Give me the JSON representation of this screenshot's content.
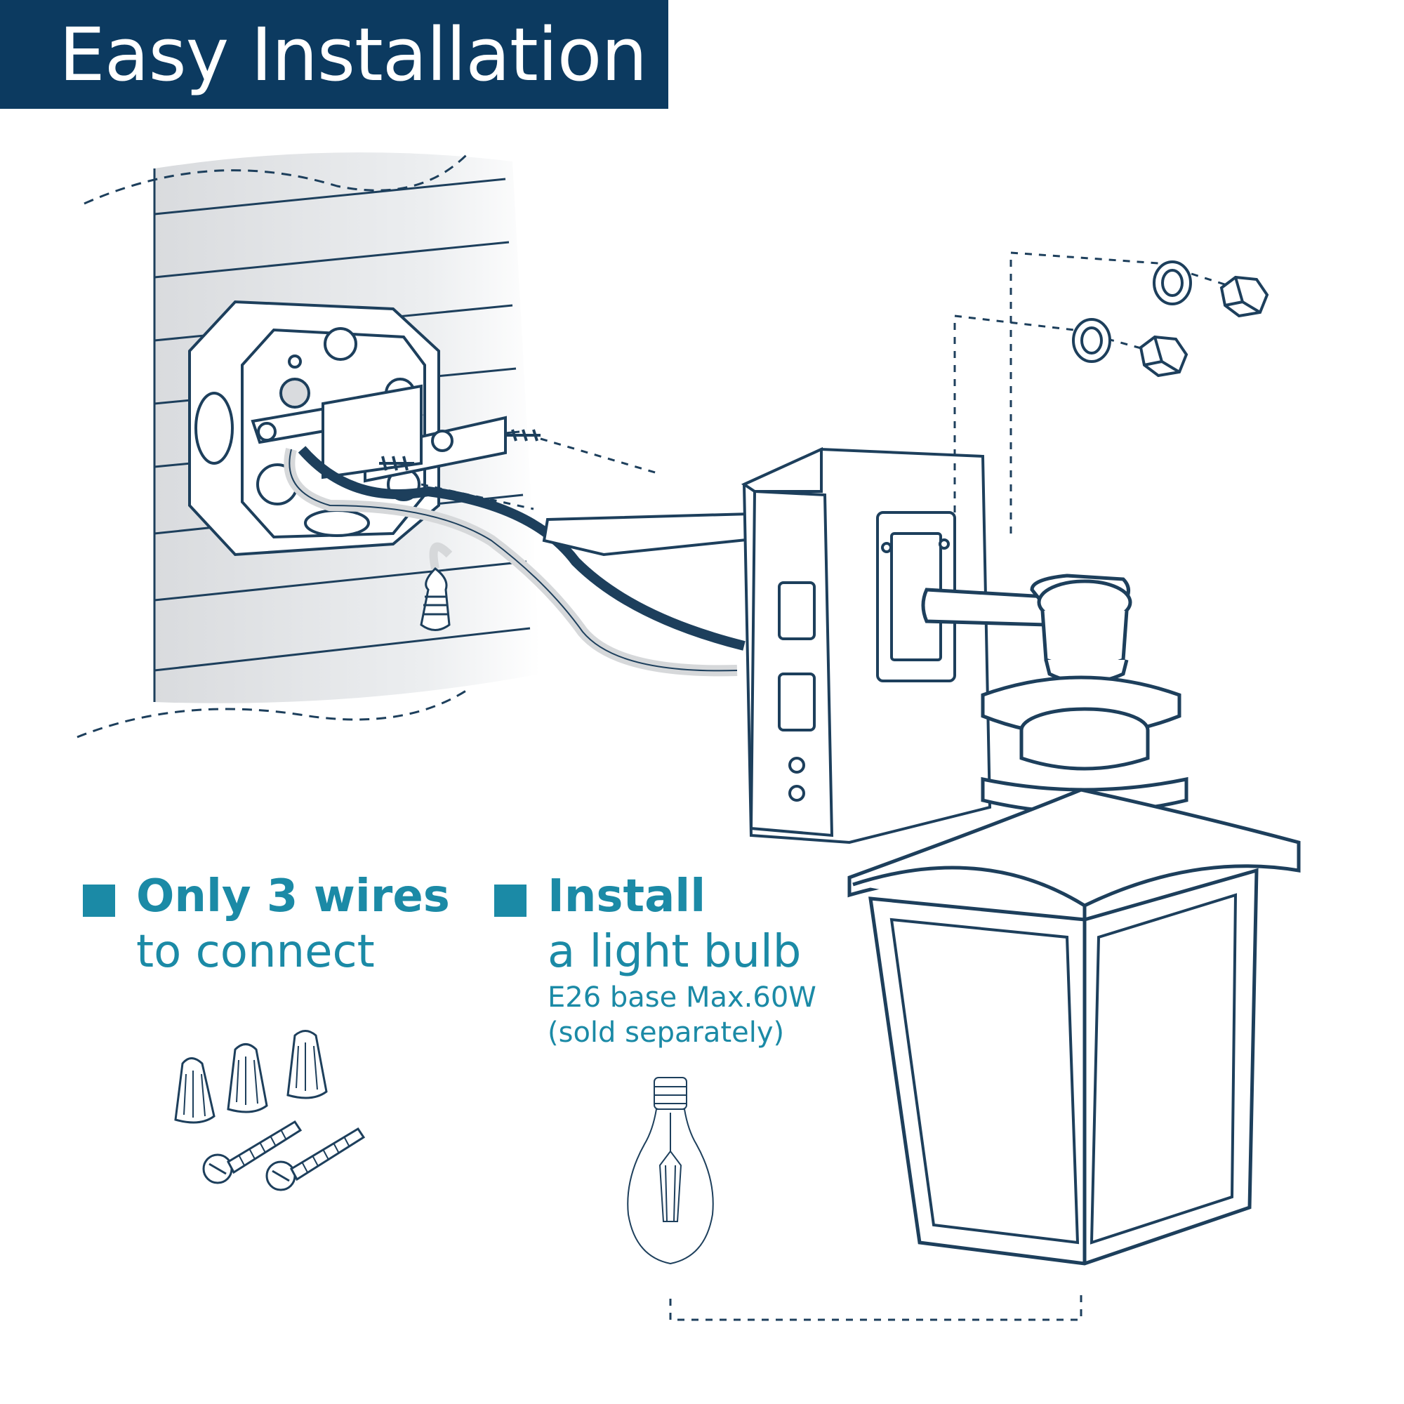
{
  "title": "Easy Installation",
  "features": [
    {
      "heading": "Only 3 wires",
      "subheading": "to connect"
    },
    {
      "heading": "Install",
      "subheading": "a light bulb",
      "notes": [
        "E26 base Max.60W",
        "(sold separately)"
      ]
    }
  ],
  "colors": {
    "banner": "#0c3a60",
    "accent": "#1b8aa6",
    "line": "#1d3f5c",
    "wall": "#e4e6e8"
  },
  "icons": [
    "junction-box-icon",
    "mounting-bracket-icon",
    "wire-nut-icon",
    "screw-icon",
    "washer-icon",
    "cap-nut-icon",
    "light-fixture-icon",
    "edison-bulb-icon"
  ]
}
